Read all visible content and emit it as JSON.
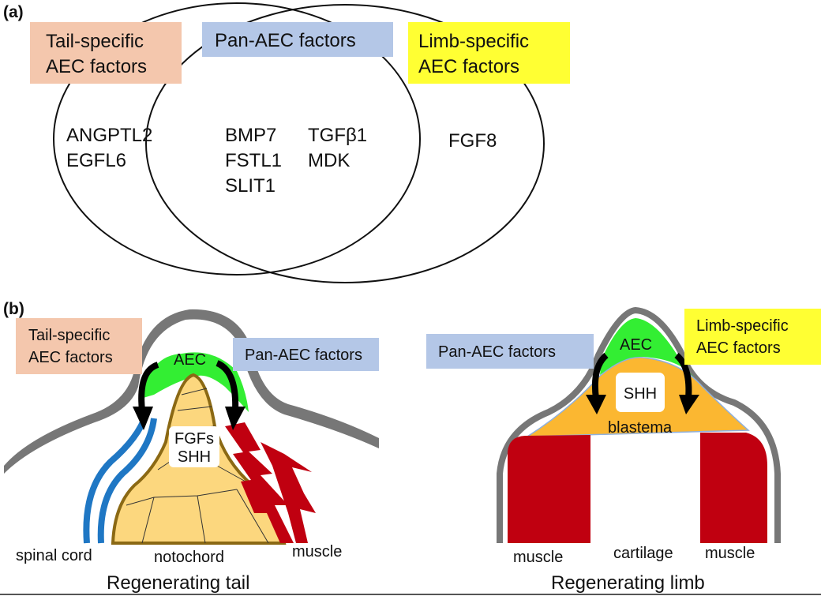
{
  "panel_a": {
    "label": "(a)",
    "tail_box": {
      "line1": "Tail-specific",
      "line2": "AEC factors"
    },
    "pan_box": "Pan-AEC factors",
    "limb_box": {
      "line1": "Limb-specific",
      "line2": "AEC factors"
    },
    "tail_factors": [
      "ANGPTL2",
      "EGFL6"
    ],
    "pan_factors_col1": [
      "BMP7",
      "FSTL1",
      "SLIT1"
    ],
    "pan_factors_col2": [
      "TGFβ1",
      "MDK"
    ],
    "limb_factors": [
      "FGF8"
    ]
  },
  "panel_b": {
    "label": "(b)",
    "tail": {
      "tail_box": {
        "line1": "Tail-specific",
        "line2": "AEC factors"
      },
      "pan_box": "Pan-AEC factors",
      "aec": "AEC",
      "signals": {
        "line1": "FGFs",
        "line2": "SHH"
      },
      "spinal_cord": "spinal cord",
      "notochord": "notochord",
      "muscle": "muscle",
      "title": "Regenerating tail"
    },
    "limb": {
      "pan_box": "Pan-AEC factors",
      "limb_box": {
        "line1": "Limb-specific",
        "line2": "AEC factors"
      },
      "aec": "AEC",
      "signal": "SHH",
      "blastema": "blastema",
      "muscle_left": "muscle",
      "cartilage": "cartilage",
      "muscle_right": "muscle",
      "title": "Regenerating limb"
    }
  },
  "colors": {
    "tail_box": "#f4c7ad",
    "pan_box": "#b4c7e7",
    "limb_box": "#ffff33",
    "aec": "#33ee33",
    "skin": "#777777",
    "notochord": "#fcd77e",
    "blastema": "#fbb731",
    "muscle": "#c00010",
    "spinal_cord": "#1f77c4"
  }
}
